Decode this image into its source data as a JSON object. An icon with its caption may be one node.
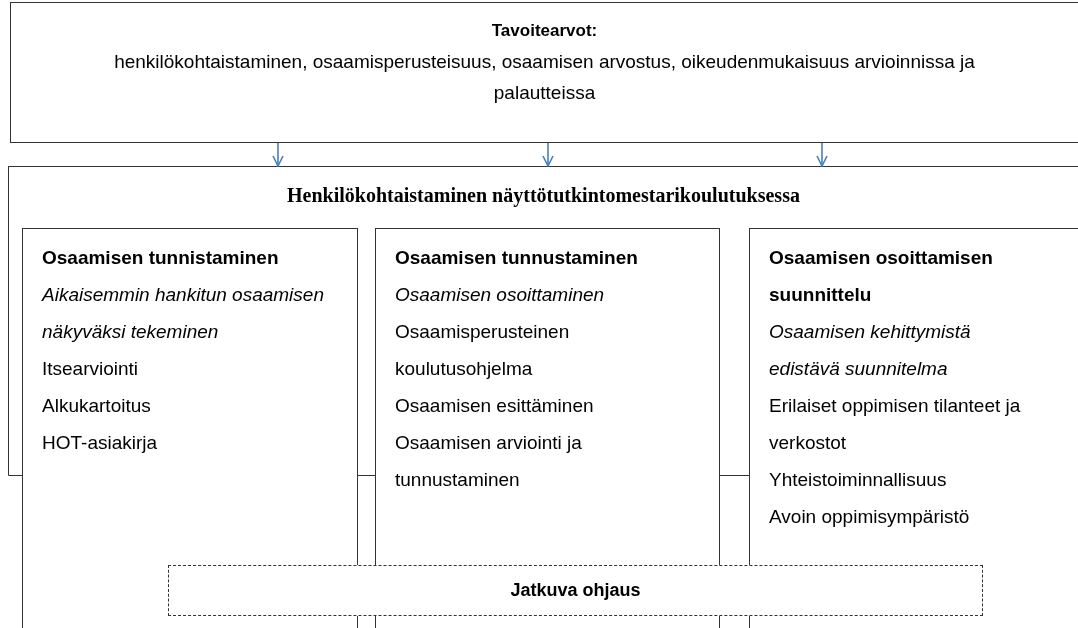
{
  "diagram": {
    "nodes": [
      {
        "text": [
          "Tavoitearvot:",
          "henkilökohtaistaminen, osaamisperusteisuus, osaamisen arvostus, oikeudenmukaisuus arvioinnissa ja palautteissa"
        ]
      },
      {
        "text": [
          "Henkilökohtaistaminen näyttötutkintomestarikoulutuksessa"
        ]
      },
      {
        "text": [
          "Osaamisen tunnistaminen",
          "Aikaisemmin hankitun osaamisen näkyväksi tekeminen",
          "Itsearviointi",
          "Alkukartoitus",
          "HOT-asiakirja"
        ]
      },
      {
        "text": [
          "Osaamisen tunnustaminen",
          "Osaamisen osoittaminen",
          "Osaamisperusteinen koulutusohjelma",
          "Osaamisen esittäminen",
          "Osaamisen arviointi ja tunnustaminen"
        ]
      },
      {
        "text": [
          "Osaamisen osoittamisen suunnittelu",
          "Osaamisen kehittymistä edistävä suunnitelma",
          "Erilaiset oppimisen tilanteet ja verkostot",
          "Yhteistoiminnallisuus",
          "Avoin oppimisympäristö"
        ]
      },
      {
        "text": [
          "Jatkuva ohjaus"
        ]
      }
    ],
    "edges": [
      {
        "from": 0,
        "to": 1,
        "arrow": "to"
      },
      {
        "from": 0,
        "to": 1,
        "arrow": "to"
      },
      {
        "from": 0,
        "to": 1,
        "arrow": "to"
      }
    ]
  }
}
